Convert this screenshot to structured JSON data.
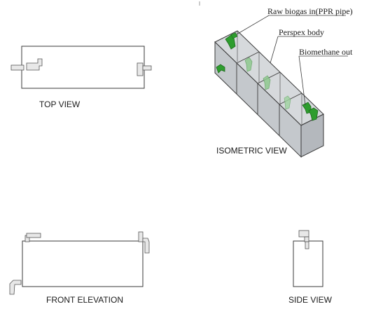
{
  "views": {
    "top": "TOP VIEW",
    "isometric": "ISOMETRIC VIEW",
    "front": "FRONT ELEVATION",
    "side": "SIDE VIEW"
  },
  "callouts": {
    "raw_biogas": "Raw biogas in(PPR pipe)",
    "perspex_body": "Perspex body",
    "biomethane_out": "Biomethane out"
  },
  "colors": {
    "line": "#3a3a3a",
    "body_fill": "#ffffff",
    "iso_face": "#cfd2d6",
    "iso_face_dark": "#b9bdc2",
    "pipe_green": "#2e9d2e",
    "pipe_green_light": "#8fc98f",
    "pipe_grey": "#bfbfbf"
  }
}
